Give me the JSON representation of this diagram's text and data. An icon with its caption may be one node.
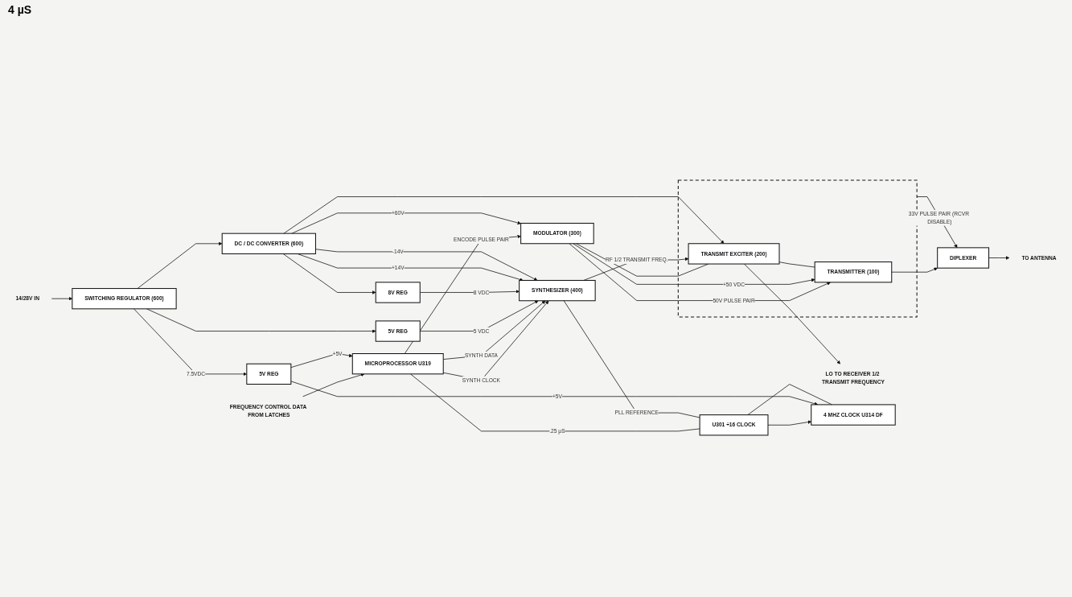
{
  "diagram": {
    "nodes": [
      {
        "text": [
          "FREQUENCY CONTROL DATA FROM LATCHES"
        ]
      },
      {
        "text": [
          "MICROPROCESSOR U319"
        ]
      },
      {
        "text": [
          "SYNTHESIZER (400)"
        ]
      },
      {
        "text": [
          "8V REG"
        ]
      },
      {
        "text": [
          "5V REG"
        ]
      },
      {
        "text": [
          "LO TO RECEIVER 1/2 TRANSMIT FREQUENCY"
        ]
      },
      {
        "text": [
          "14/28V IN"
        ]
      },
      {
        "text": [
          "4 MHZ CLOCK U314 DF"
        ]
      },
      {
        "text": [
          "U301 ÷16 CLOCK"
        ]
      },
      {
        "text": [],
        "shape": "box"
      },
      {
        "text": [
          "TRANSMIT EXCITER (200)"
        ],
        "in": 9
      },
      {
        "text": [
          "SWITCHING REGULATOR (600)"
        ]
      },
      {
        "text": [
          "MODULATOR (300)"
        ]
      },
      {
        "text": [
          "TRANSMITTER (100)"
        ],
        "in": 9
      },
      {
        "text": [
          "DC / DC CONVERTER (600)"
        ]
      },
      {
        "text": [
          "5V REG"
        ]
      },
      {
        "text": [
          "DIPLEXER"
        ]
      },
      {
        "text": [
          "TO ANTENNA"
        ]
      }
    ],
    "edges": [
      {
        "from": 0,
        "to": 1,
        "arrow": "to"
      },
      {
        "from": 1,
        "to": 2,
        "arrow": "to",
        "label": "SYNTH CLOCK"
      },
      {
        "from": 1,
        "to": 2,
        "arrow": "to",
        "label": "SYNTH DATA"
      },
      {
        "from": 1,
        "to": 8,
        "arrow": "none",
        "label": ".25 µS"
      },
      {
        "from": 7,
        "to": 8,
        "arrow": "none"
      },
      {
        "from": 2,
        "to": 8,
        "arrow": "none",
        "label": "PLL REFERENCE"
      },
      {
        "from": 8,
        "to": 7,
        "arrow": "to"
      },
      {
        "from": 15,
        "to": 1,
        "arrow": "to",
        "label": "+5V"
      },
      {
        "from": 15,
        "to": 7,
        "arrow": "to",
        "label": "+5V"
      },
      {
        "from": 1,
        "to": 12,
        "arrow": "to",
        "label": "ENCODE PULSE PAIR"
      },
      {
        "from": 14,
        "to": 12,
        "arrow": "to",
        "label": "+60V"
      },
      {
        "from": 12,
        "to": 13,
        "arrow": "to",
        "label": "50V PULSE PAIR"
      },
      {
        "from": 12,
        "to": 10,
        "arrow": "none"
      },
      {
        "from": 12,
        "to": 13,
        "arrow": "to",
        "label": "+50 VDC"
      },
      {
        "from": 2,
        "to": 10,
        "arrow": "to",
        "label": "RF 1/2 TRANSMIT FREQ."
      },
      {
        "from": 10,
        "to": 5,
        "arrow": "to"
      },
      {
        "from": 10,
        "to": 13,
        "arrow": "none"
      },
      {
        "from": 13,
        "to": 16,
        "arrow": "to"
      },
      {
        "from": 16,
        "to": 17,
        "arrow": "to"
      },
      {
        "from": 9,
        "to": 16,
        "arrow": "to",
        "label": "33V PULSE PAIR (RCVR DISABLE)"
      },
      {
        "from": 4,
        "to": 2,
        "arrow": "to",
        "label": "5 VDC"
      },
      {
        "from": 3,
        "to": 2,
        "arrow": "to",
        "label": "8 VDC"
      },
      {
        "from": 14,
        "to": 2,
        "arrow": "to",
        "label": "+14V"
      },
      {
        "from": 14,
        "to": 3,
        "arrow": "to"
      },
      {
        "from": 14,
        "to": 10,
        "arrow": "to"
      },
      {
        "from": 14,
        "to": 2,
        "arrow": "to",
        "label": "-14V"
      },
      {
        "from": 11,
        "to": 4,
        "arrow": "to"
      },
      {
        "from": 11,
        "to": 14,
        "arrow": "to"
      },
      {
        "from": 11,
        "to": 15,
        "arrow": "to",
        "label": "7.5VDC"
      },
      {
        "from": 6,
        "to": 11,
        "arrow": "to"
      }
    ],
    "labels": [
      "4 µS"
    ]
  }
}
